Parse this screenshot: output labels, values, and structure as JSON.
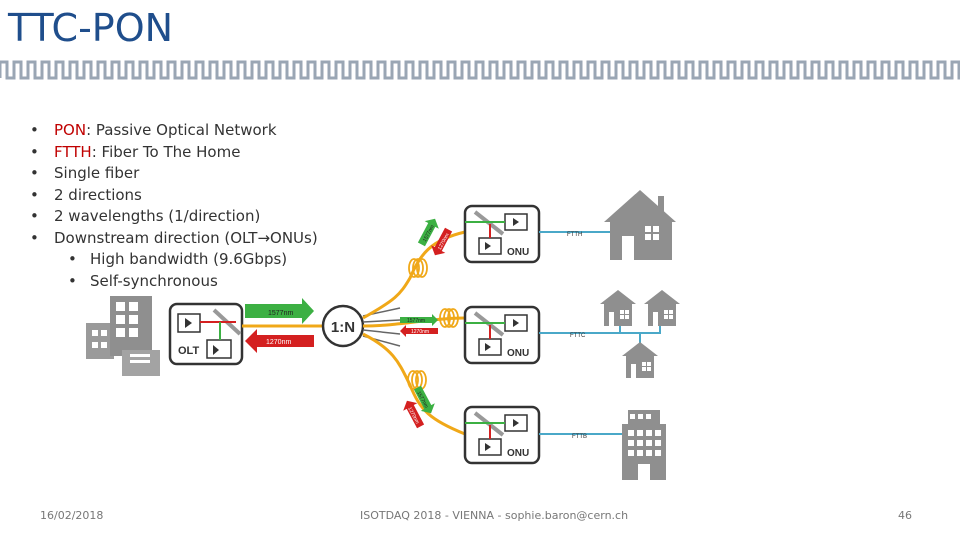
{
  "slide": {
    "title": "TTC-PON",
    "bullets": [
      {
        "term": "PON",
        "rest": ": Passive Optical Network"
      },
      {
        "term": "FTTH",
        "rest": ": Fiber To The Home"
      },
      {
        "term": "",
        "rest": "Single fiber"
      },
      {
        "term": "",
        "rest": "2 directions"
      },
      {
        "term": "",
        "rest": "2 wavelengths (1/direction)"
      },
      {
        "term": "",
        "rest": "Downstream direction (OLT",
        "arrow": "→",
        "rest2": "ONUs)"
      }
    ],
    "sub_bullets": [
      "High bandwidth (9.6Gbps)",
      "Self-synchronous"
    ]
  },
  "diagram": {
    "olt_label": "OLT",
    "splitter_label": "1:N",
    "down_wavelength": "1577nm",
    "up_wavelength": "1270nm",
    "onu_label": "ONU",
    "ftth_label": "FTTH",
    "fttc_label": "FTTC",
    "fttb_label": "FTTB",
    "colors": {
      "downstream": "#3cb043",
      "upstream": "#d42020",
      "fiber": "#f0a818",
      "link": "#4aa8c8"
    }
  },
  "footer": {
    "date": "16/02/2018",
    "center": "ISOTDAQ 2018 - VIENNA - sophie.baron@cern.ch",
    "page": "46"
  }
}
